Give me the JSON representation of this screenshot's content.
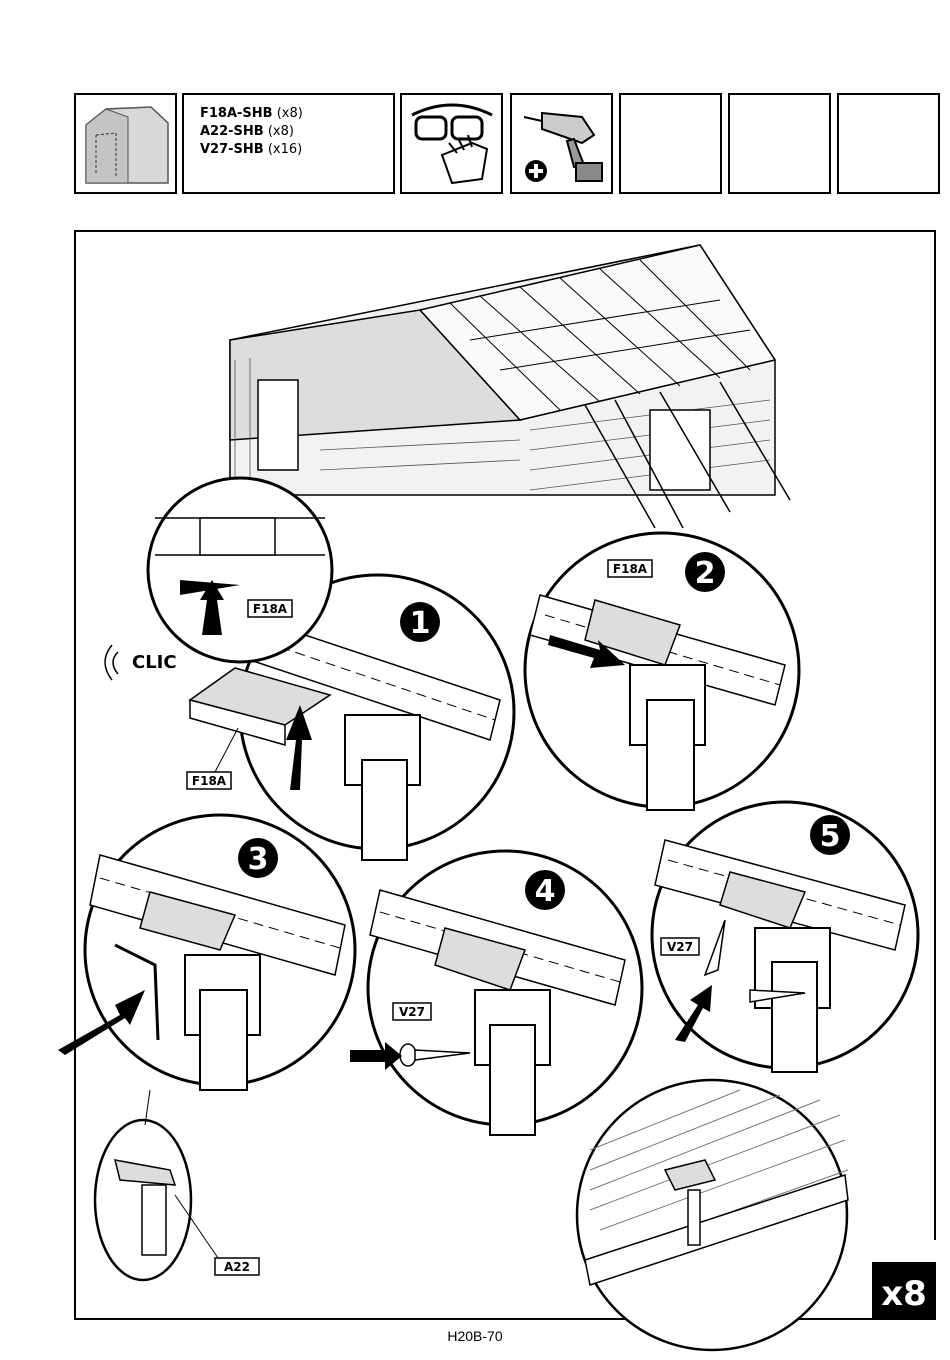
{
  "header": {
    "parts": [
      {
        "code": "F18A-SHB",
        "qty": "(x8)"
      },
      {
        "code": "A22-SHB",
        "qty": "(x8)"
      },
      {
        "code": "V27-SHB",
        "qty": "(x16)"
      }
    ],
    "icons": [
      "shed-location-icon",
      "goggles-gloves-icon",
      "drill-icon"
    ]
  },
  "steps": {
    "s1": "1",
    "s2": "2",
    "s3": "3",
    "s4": "4",
    "s5": "5"
  },
  "labels": {
    "clic": "CLIC",
    "f18a_a": "F18A",
    "f18a_b": "F18A",
    "f18a_c": "F18A",
    "v27_a": "V27",
    "v27_b": "V27",
    "a22": "A22"
  },
  "multiplier": "x8",
  "footer": "H20B-70"
}
